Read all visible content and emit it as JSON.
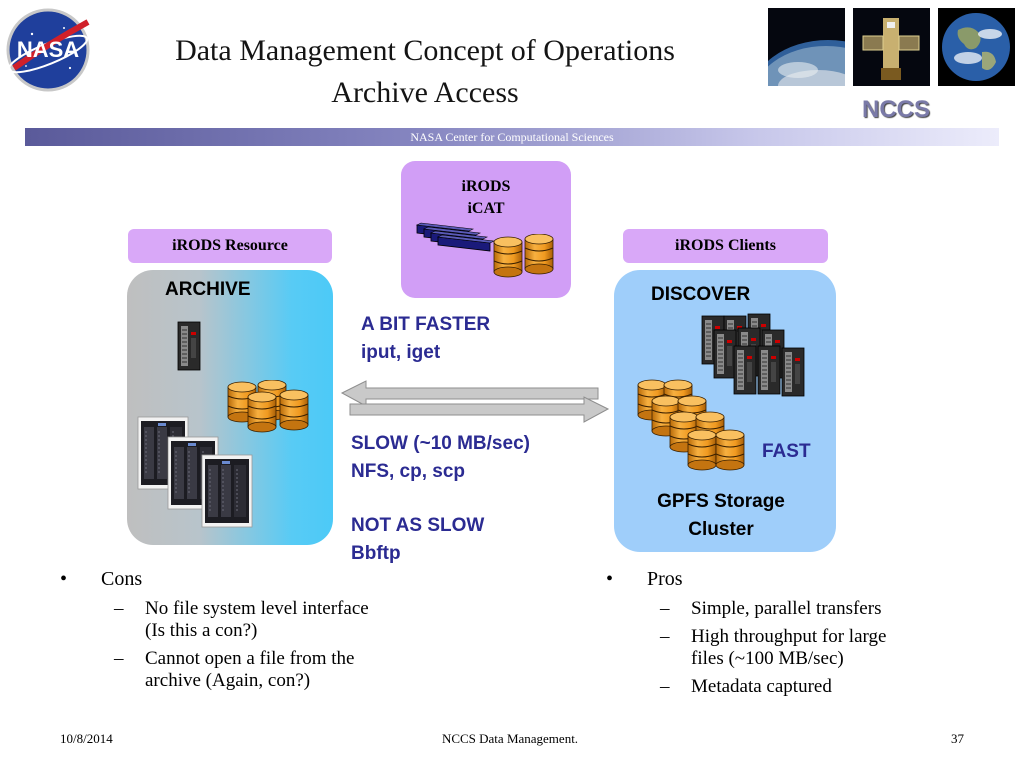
{
  "header": {
    "logo_text": "NASA",
    "title_line1": "Data Management Concept of Operations",
    "title_line2": "Archive Access",
    "nccs_logo": "NCCS",
    "banner": "NASA Center for Computational Sciences"
  },
  "diagram": {
    "icat_line1": "iRODS",
    "icat_line2": "iCAT",
    "resource_tag": "iRODS Resource",
    "clients_tag": "iRODS Clients",
    "archive_label": "ARCHIVE",
    "discover_label": "DISCOVER",
    "fast_label": "FAST",
    "gpfs_line1": "GPFS Storage",
    "gpfs_line2": "Cluster",
    "note1_line1": "A BIT FASTER",
    "note1_line2": "iput, iget",
    "note2_line1": "SLOW (~10 MB/sec)",
    "note2_line2": "NFS, cp, scp",
    "note3_line1": "NOT AS SLOW",
    "note3_line2": "Bbftp"
  },
  "cons": {
    "heading": "Cons",
    "items": [
      {
        "line1": "No file system level interface",
        "line2": "(Is this a con?)"
      },
      {
        "line1": "Cannot open a file from the",
        "line2": "archive (Again, con?)"
      }
    ]
  },
  "pros": {
    "heading": "Pros",
    "items": [
      {
        "line1": "Simple, parallel transfers",
        "line2": ""
      },
      {
        "line1": "High throughput for large",
        "line2": "files (~100 MB/sec)"
      },
      {
        "line1": "Metadata captured",
        "line2": ""
      }
    ]
  },
  "footer": {
    "date": "10/8/2014",
    "center": "NCCS Data Management.",
    "page": "37"
  },
  "colors": {
    "blue_text": "#2b2b92",
    "purple_box": "#d19ef6",
    "discover_bg": "#9fcefa",
    "disk_orange": "#f0a020"
  }
}
